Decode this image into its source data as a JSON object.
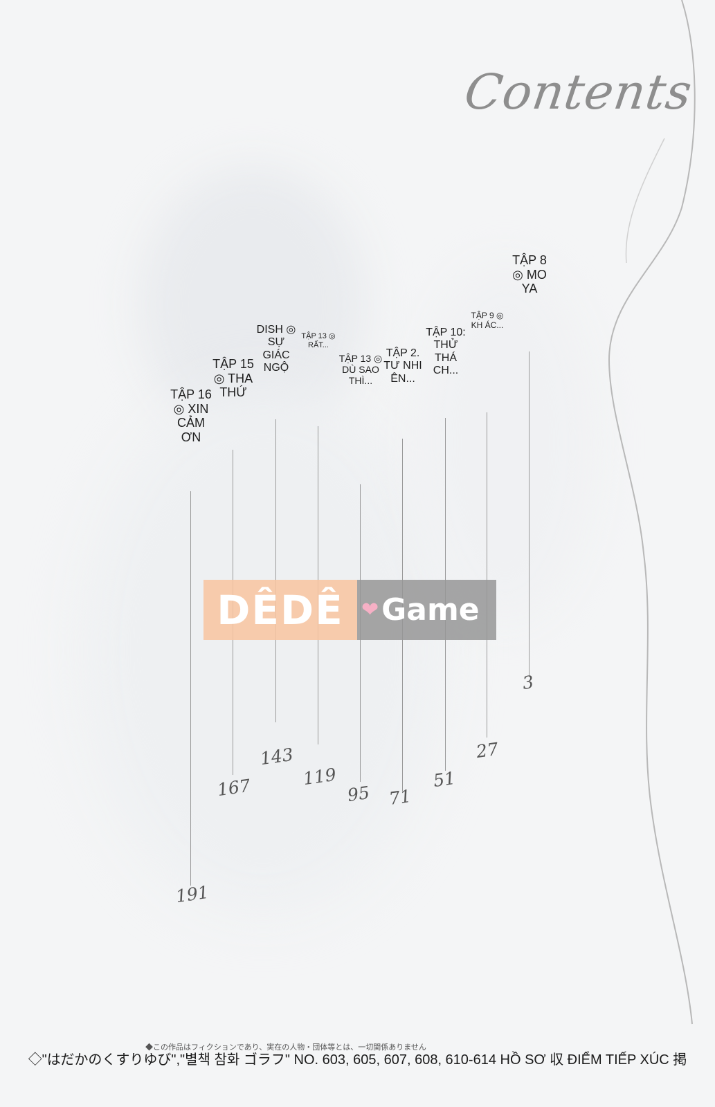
{
  "title": "Contents",
  "chapters": [
    {
      "label": "TẬP 8 ◎ MO YA",
      "page": "3"
    },
    {
      "label": "TẬP 9 ◎ KH ÁC...",
      "page": "27"
    },
    {
      "label": "TẬP 10: THỬ THÁ CH...",
      "page": "51"
    },
    {
      "label": "TẬP 2. TƯ NHI ÊN...",
      "page": "71"
    },
    {
      "label": "TẬP 13 ◎ DÙ SAO THÌ...",
      "page": "95"
    },
    {
      "label": "TẬP 13 ◎ RẤT...",
      "page": "119"
    },
    {
      "label": "DISH ◎ SỰ GIÁC NGỘ",
      "page": "143"
    },
    {
      "label": "TẬP 15 ◎ THA THỨ",
      "page": "167"
    },
    {
      "label": "TẬP 16 ◎ XIN CẢM ƠN",
      "page": "191"
    }
  ],
  "watermark": {
    "left": "DÊDÊ",
    "right": "Game"
  },
  "footer": {
    "small_print": "◆この作品はフィクションであり、実在の人物・団体等とは、一切関係ありません",
    "note": "◇\"はだかのくすりゆび\",\"별책 참화 ゴラフ\" NO. 603, 605, 607, 608, 610-614 HỒ SƠ 収 ĐIỂM TIẾP XÚC 掲"
  }
}
